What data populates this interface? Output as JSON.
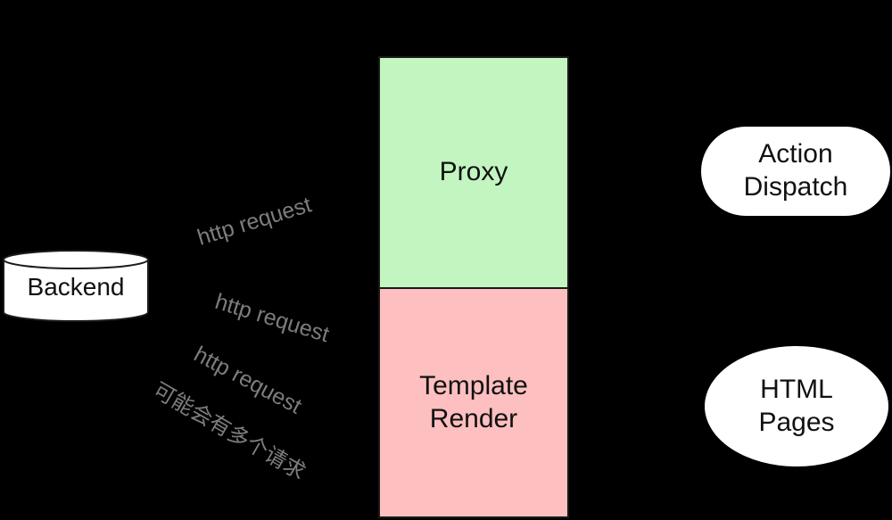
{
  "diagram": {
    "proxy": {
      "label": "Proxy"
    },
    "template_render": {
      "line1": "Template",
      "line2": "Render"
    },
    "action_dispatch": {
      "line1": "Action",
      "line2": "Dispatch"
    },
    "html_pages": {
      "line1": "HTML",
      "line2": "Pages"
    },
    "backend": {
      "label": "Backend"
    },
    "requests": [
      "http request",
      "http request",
      "http request"
    ],
    "note": "可能会有多个请求",
    "colors": {
      "background": "#000000",
      "proxy_fill": "#c2f5c0",
      "template_fill": "#fdbfbf",
      "node_fill": "#ffffff",
      "annotation_text": "#7d7d7d"
    }
  }
}
